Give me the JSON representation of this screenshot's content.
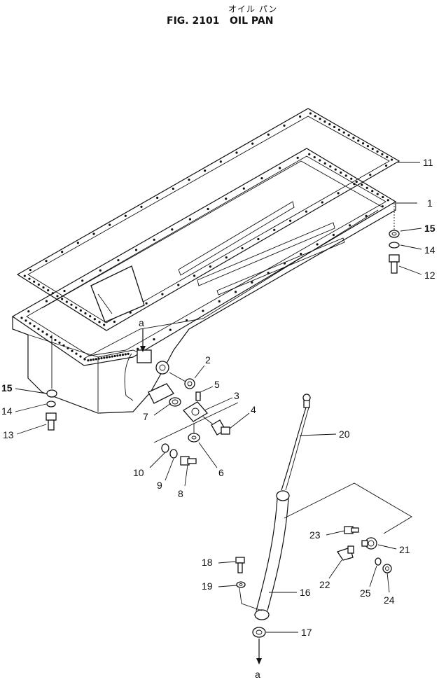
{
  "header": {
    "japanese_title": "オイル パン",
    "figure_label": "FIG. 2101",
    "part_name": "OIL PAN"
  },
  "callouts": {
    "c1": "1",
    "c2": "2",
    "c3": "3",
    "c4": "4",
    "c5": "5",
    "c6": "6",
    "c7": "7",
    "c8": "8",
    "c9": "9",
    "c10": "10",
    "c11": "11",
    "c12": "12",
    "c13": "13",
    "c14_right": "14",
    "c14_left": "14",
    "c15_right": "15",
    "c15_left": "15",
    "c16": "16",
    "c17": "17",
    "c18": "18",
    "c19": "19",
    "c20": "20",
    "c21": "21",
    "c22": "22",
    "c23": "23",
    "c24": "24",
    "c25": "25"
  },
  "reference_marks": {
    "upper": "a",
    "lower": "a"
  }
}
